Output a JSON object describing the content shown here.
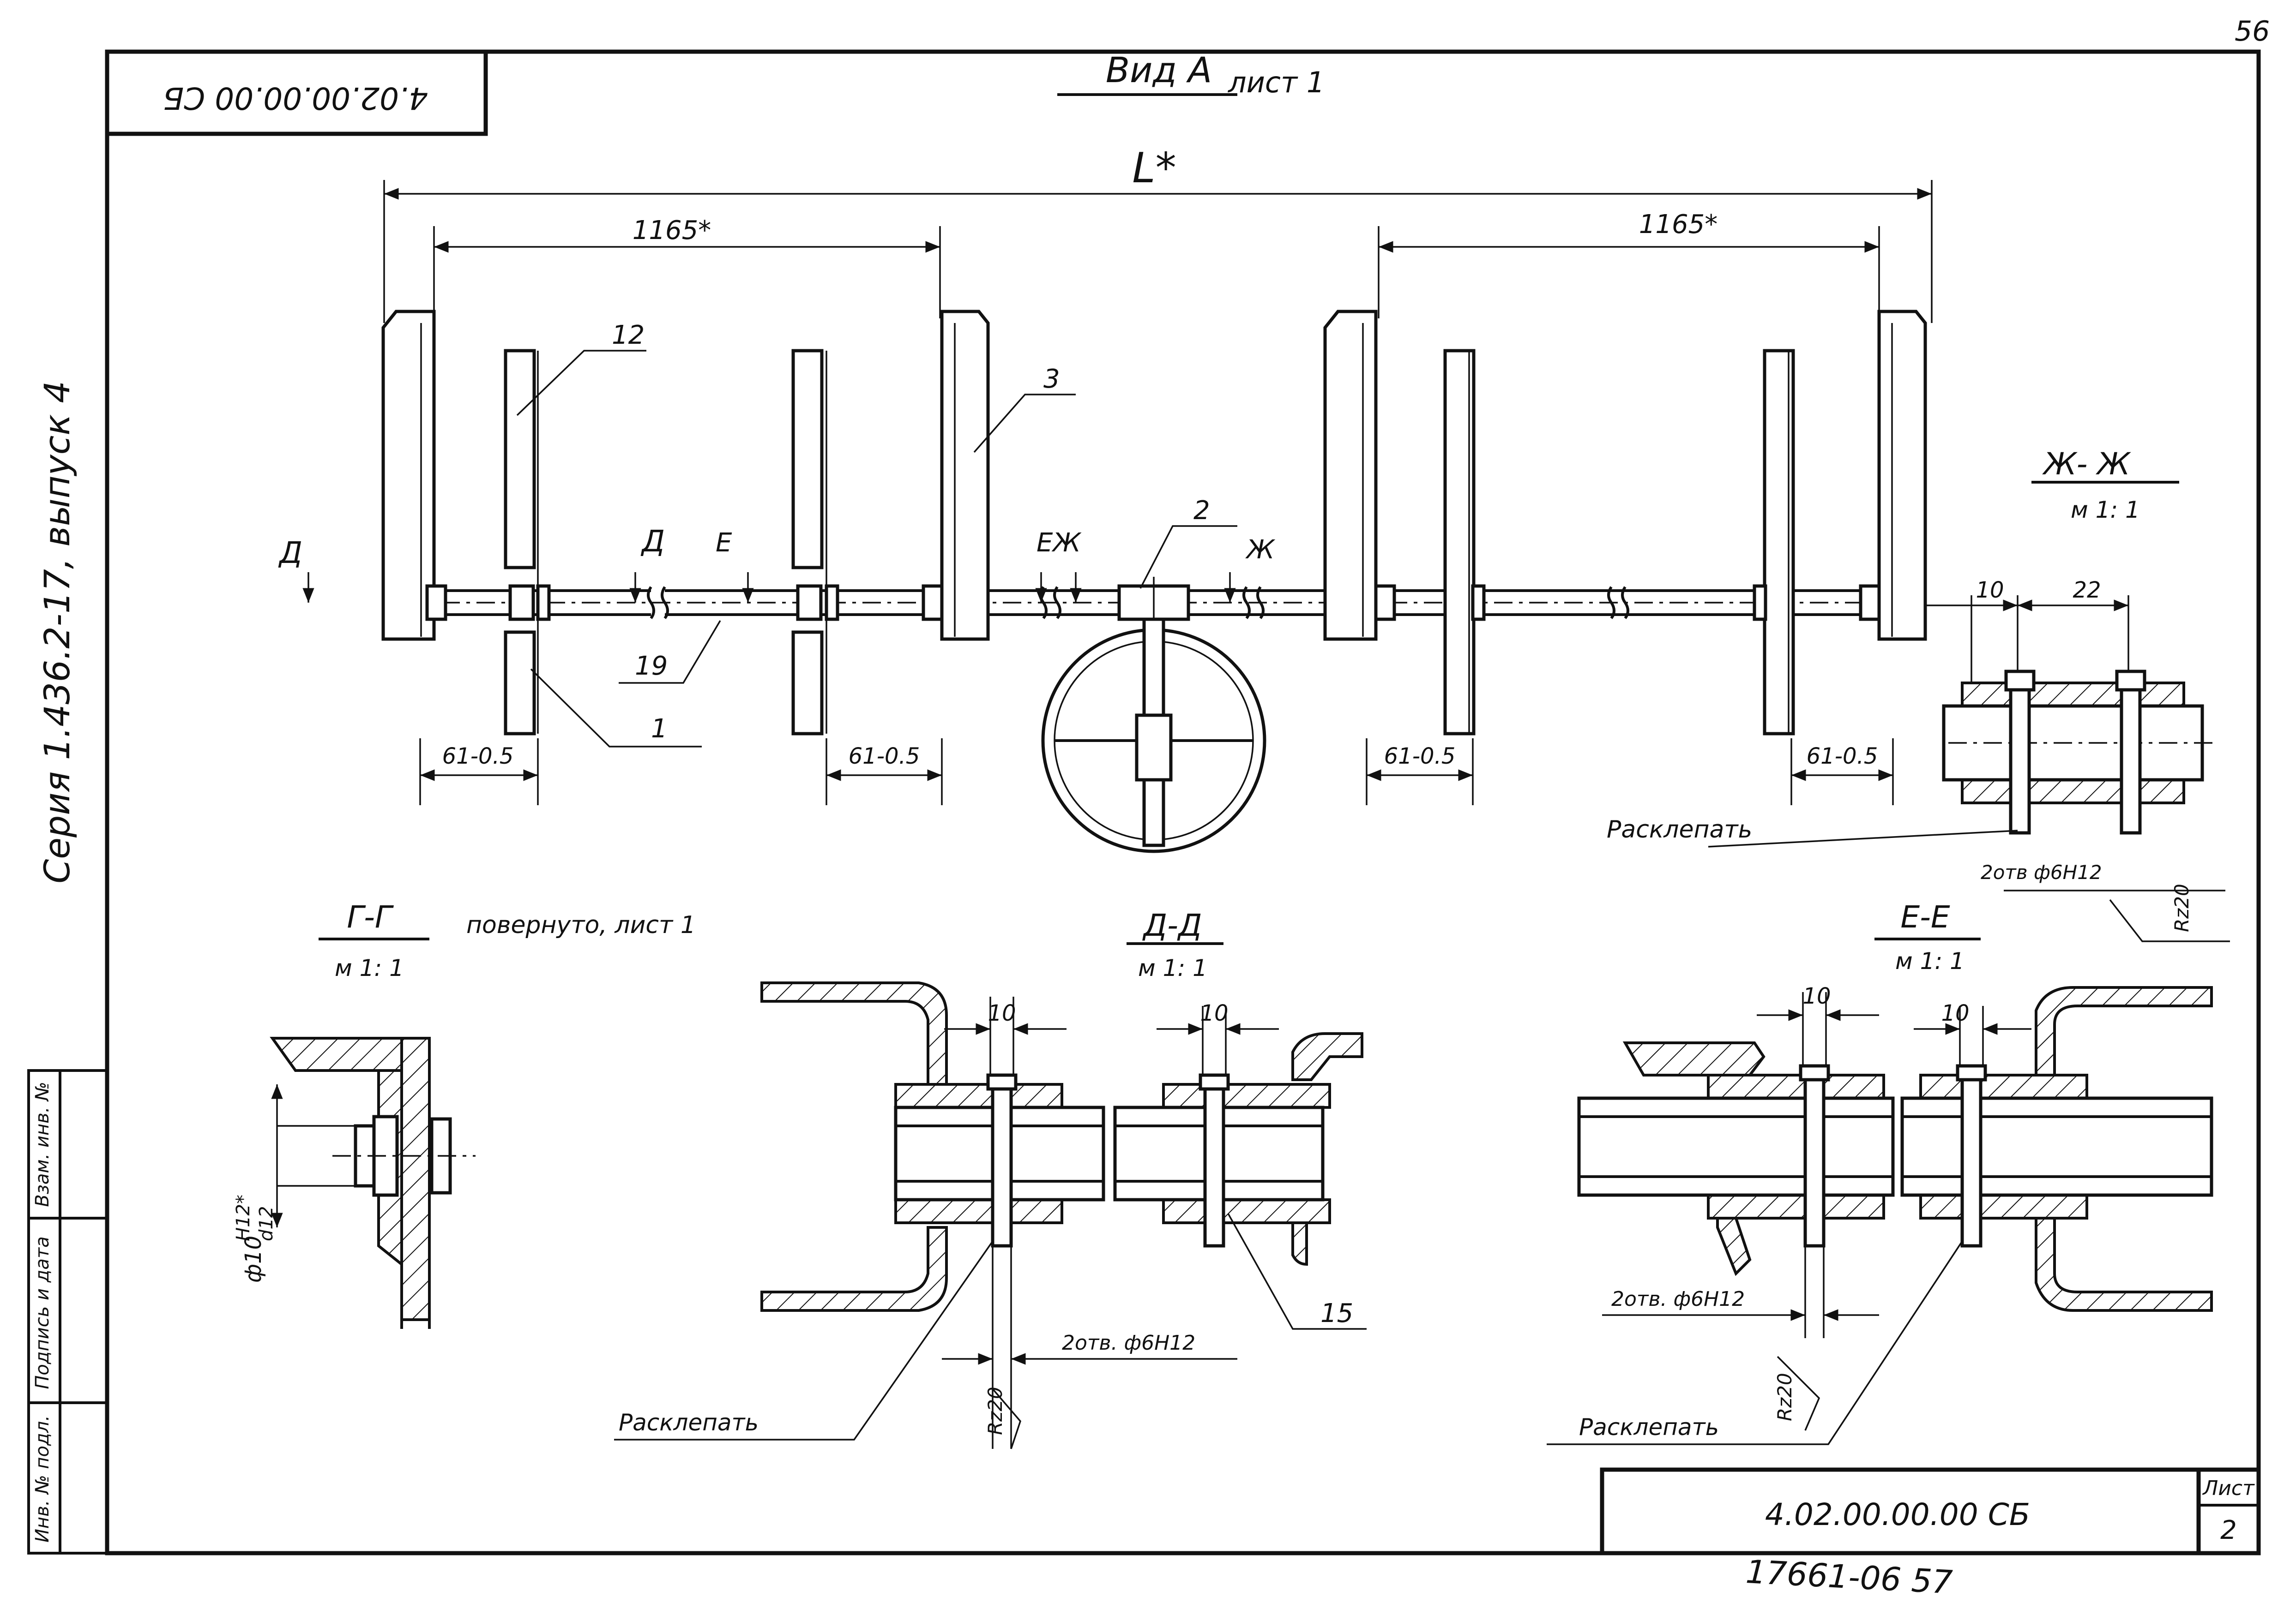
{
  "page_number": "56",
  "stamp_top": "4.02.00.00.00 СБ",
  "series_label": "Серия 1.436.2-17, выпуск 4",
  "view_title": "Вид А",
  "view_sheet": "лист 1",
  "dim_total": "L*",
  "dim_left_span": "1165*",
  "dim_right_span": "1165*",
  "dim_tol": "61-0.5",
  "callouts": {
    "p12": "12",
    "p3": "3",
    "p2": "2",
    "p19": "19",
    "p1": "1",
    "p15": "15"
  },
  "section_marks": {
    "d": "Д",
    "e": "Е",
    "zh": "Ж",
    "ezh": "ЕЖ"
  },
  "section_zh": {
    "title": "Ж- Ж",
    "scale": "м 1: 1",
    "dim_a": "10",
    "dim_b": "22",
    "rivet": "Расклепать",
    "holes": "2отв ф6Н12",
    "rough": "Rz20"
  },
  "section_g": {
    "title": "Г-Г",
    "scale": "м 1: 1",
    "note": "повернуто, лист 1",
    "dia_prefix": "ф10",
    "fit_top": "Н12*",
    "fit_bot": "d12"
  },
  "section_d": {
    "title": "Д-Д",
    "scale": "м 1: 1",
    "dim_a": "10",
    "dim_b": "10",
    "holes": "2отв. ф6Н12",
    "rivet": "Расклепать",
    "rough": "Rz20"
  },
  "section_e": {
    "title": "Е-Е",
    "scale": "м 1: 1",
    "dim_a": "10",
    "dim_b": "10",
    "holes": "2отв. ф6Н12",
    "rivet": "Расклепать",
    "rough": "Rz20"
  },
  "side_table": {
    "c1": "Инв. № подл.",
    "c2": "Подпись и дата",
    "c3": "Взам. инв. №"
  },
  "title_block": {
    "doc_code": "4.02.00.00.00 СБ",
    "sheet_label": "Лист",
    "sheet_no": "2"
  },
  "footer_code": "17661-06 57"
}
